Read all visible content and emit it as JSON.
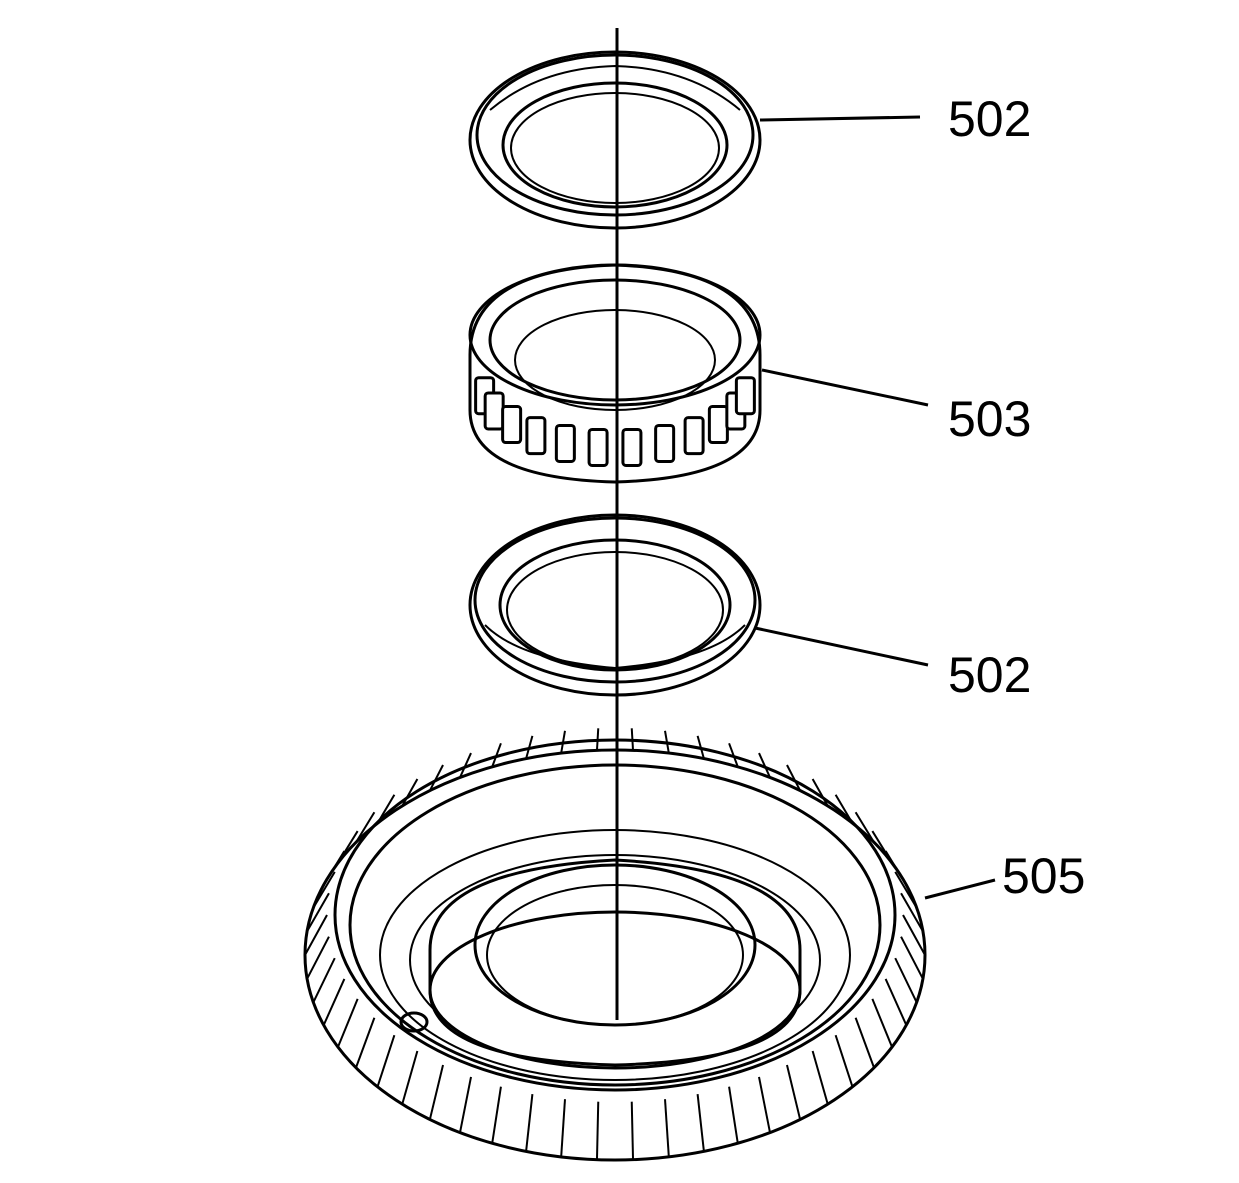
{
  "callouts": [
    {
      "id": "washer-top",
      "label": "502"
    },
    {
      "id": "bearing",
      "label": "503"
    },
    {
      "id": "washer-bottom",
      "label": "502"
    },
    {
      "id": "hub",
      "label": "505"
    }
  ],
  "colors": {
    "line": "#000000",
    "background": "#ffffff"
  }
}
